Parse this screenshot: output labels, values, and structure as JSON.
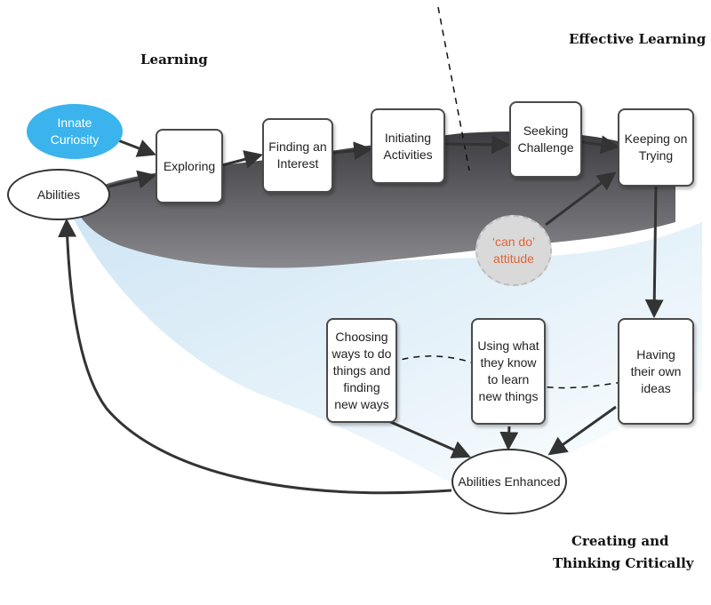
{
  "headings": {
    "learning": "Learning",
    "effective_learning": "Effective Learning",
    "creating_line1": "Creating and",
    "creating_line2": "Thinking Critically"
  },
  "nodes": {
    "innate_curiosity": "Innate Curiosity",
    "abilities": "Abilities",
    "exploring": "Exploring",
    "finding_interest": "Finding an Interest",
    "initiating_activities": "Initiating Activities",
    "seeking_challenge": "Seeking Challenge",
    "keeping_trying": "Keeping on Trying",
    "can_do": "‘can do’ attitude",
    "choosing_ways": "Choosing ways to do things and finding new ways",
    "using_know": "Using what they know to learn new things",
    "own_ideas": "Having their own ideas",
    "abilities_enhanced": "Abilities Enhanced"
  },
  "colors": {
    "curiosity_fill": "#3bb3ec",
    "can_do_text": "#e06437",
    "wave_dark": "#5a5a5e",
    "wave_light": "#dcecf7"
  }
}
